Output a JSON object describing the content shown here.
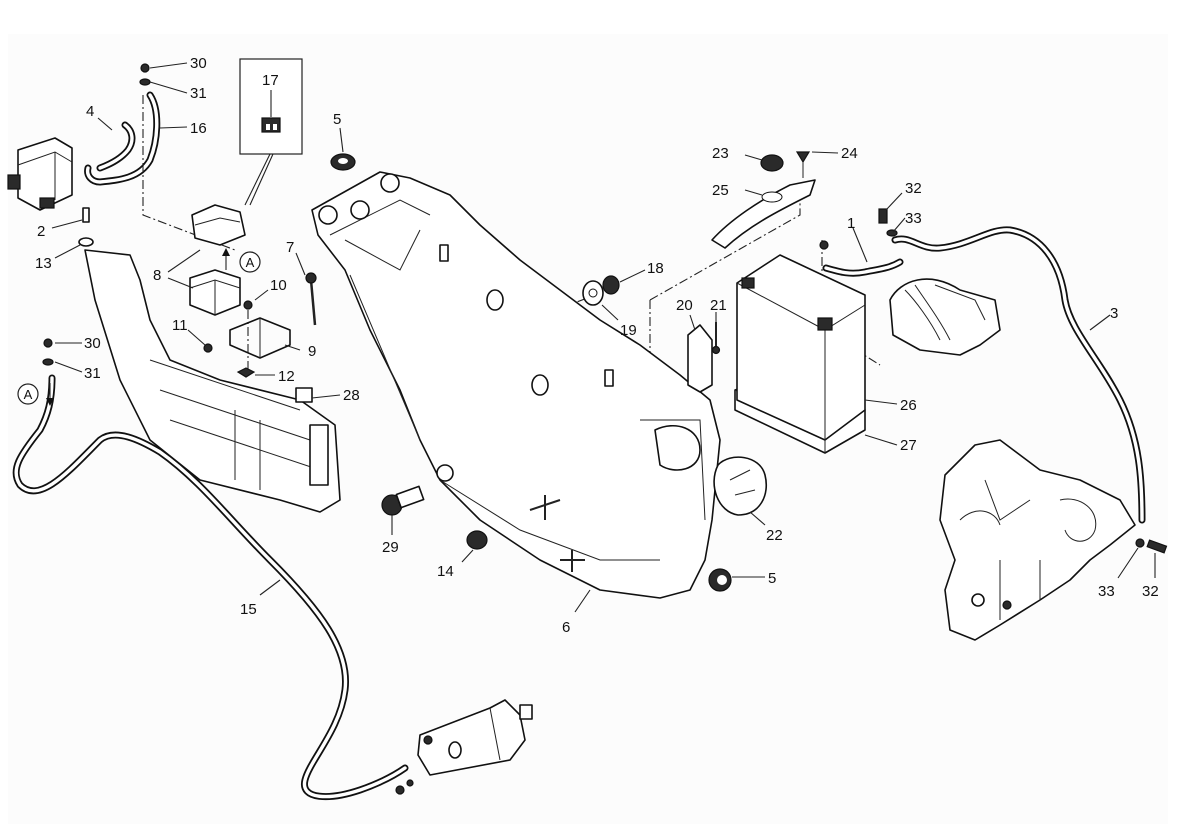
{
  "diagram": {
    "title": "Battery and electrical system exploded parts view",
    "reference_marker": "A",
    "inset_part": "17",
    "callouts": [
      {
        "id": "c30a",
        "label": "30",
        "part": "screw"
      },
      {
        "id": "c31a",
        "label": "31",
        "part": "washer"
      },
      {
        "id": "c4",
        "label": "4",
        "part": "cable"
      },
      {
        "id": "c16",
        "label": "16",
        "part": "cable"
      },
      {
        "id": "c17",
        "label": "17",
        "part": "fuse"
      },
      {
        "id": "c2",
        "label": "2",
        "part": "screw"
      },
      {
        "id": "c13",
        "label": "13",
        "part": "washer"
      },
      {
        "id": "c8",
        "label": "8",
        "part": "starter relay"
      },
      {
        "id": "c7",
        "label": "7",
        "part": "cable tie"
      },
      {
        "id": "c10",
        "label": "10",
        "part": "screw"
      },
      {
        "id": "c11",
        "label": "11",
        "part": "screw"
      },
      {
        "id": "c9",
        "label": "9",
        "part": "bracket"
      },
      {
        "id": "c12",
        "label": "12",
        "part": "nut"
      },
      {
        "id": "c28",
        "label": "28",
        "part": "pad"
      },
      {
        "id": "c30b",
        "label": "30",
        "part": "screw"
      },
      {
        "id": "c31b",
        "label": "31",
        "part": "washer"
      },
      {
        "id": "c15",
        "label": "15",
        "part": "starter cable"
      },
      {
        "id": "c5a",
        "label": "5",
        "part": "grommet"
      },
      {
        "id": "c18",
        "label": "18",
        "part": "nut"
      },
      {
        "id": "c19",
        "label": "19",
        "part": "bracket"
      },
      {
        "id": "c29",
        "label": "29",
        "part": "socket"
      },
      {
        "id": "c14",
        "label": "14",
        "part": "rubber mount"
      },
      {
        "id": "c6",
        "label": "6",
        "part": "battery tray"
      },
      {
        "id": "c5b",
        "label": "5",
        "part": "grommet"
      },
      {
        "id": "c22",
        "label": "22",
        "part": "cover"
      },
      {
        "id": "c20",
        "label": "20",
        "part": "clamp"
      },
      {
        "id": "c21",
        "label": "21",
        "part": "screw"
      },
      {
        "id": "c23",
        "label": "23",
        "part": "rubber pad"
      },
      {
        "id": "c24",
        "label": "24",
        "part": "screw"
      },
      {
        "id": "c25",
        "label": "25",
        "part": "battery strap"
      },
      {
        "id": "c1",
        "label": "1",
        "part": "positive cable"
      },
      {
        "id": "c32a",
        "label": "32",
        "part": "screw"
      },
      {
        "id": "c33a",
        "label": "33",
        "part": "washer"
      },
      {
        "id": "c3",
        "label": "3",
        "part": "ground cable"
      },
      {
        "id": "c26",
        "label": "26",
        "part": "battery"
      },
      {
        "id": "c27",
        "label": "27",
        "part": "battery pad"
      },
      {
        "id": "c33b",
        "label": "33",
        "part": "washer"
      },
      {
        "id": "c32b",
        "label": "32",
        "part": "screw"
      }
    ]
  }
}
